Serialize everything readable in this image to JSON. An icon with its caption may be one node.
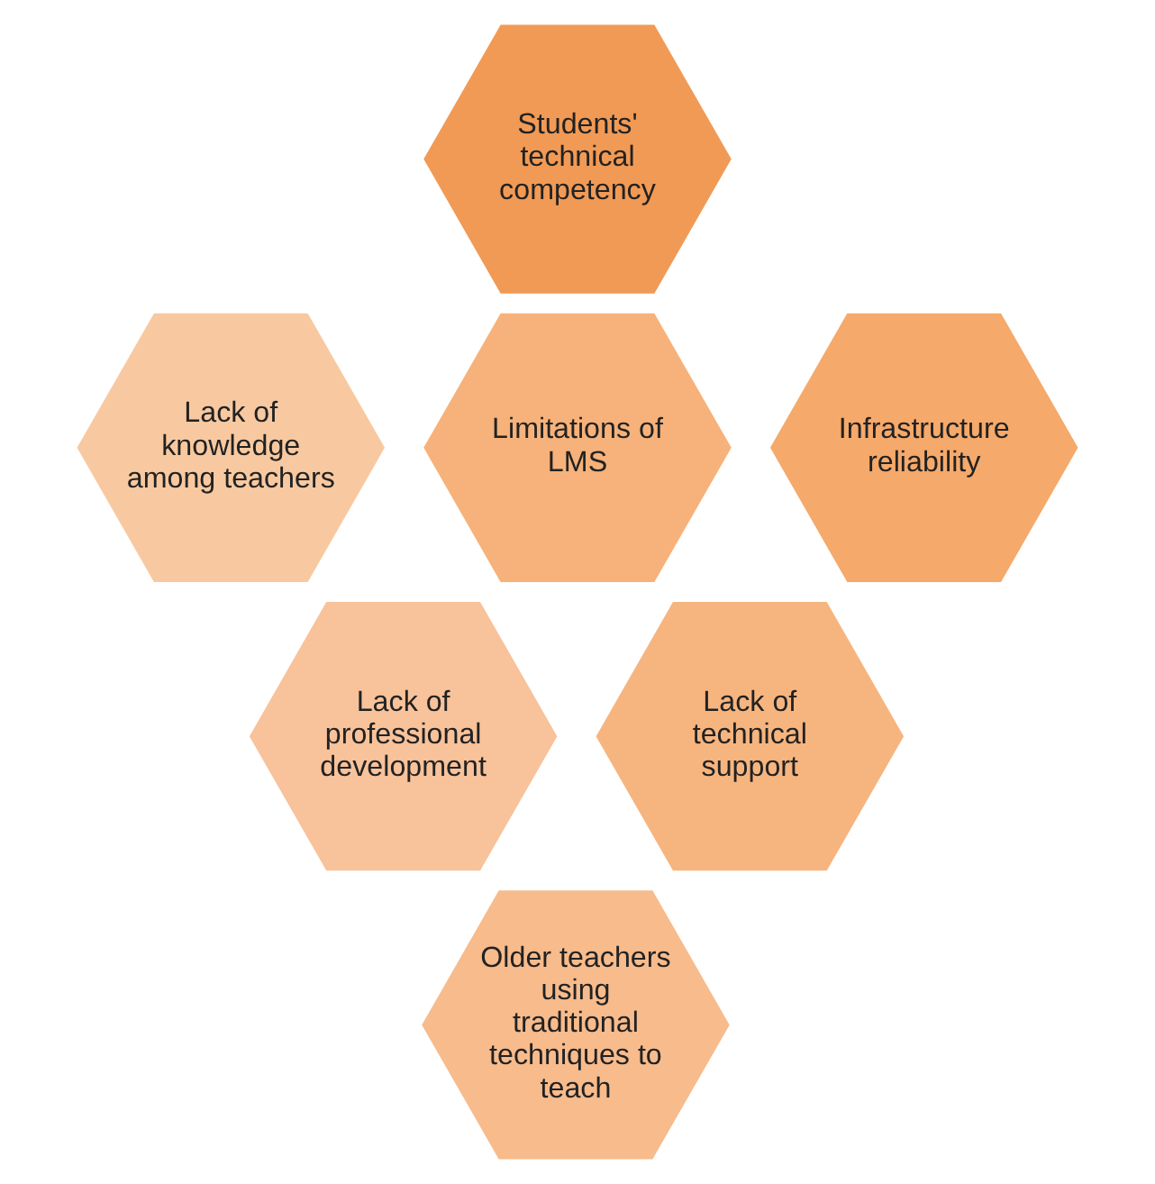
{
  "diagram": {
    "nodes": [
      {
        "text": [
          "Students' technical competency"
        ]
      },
      {
        "text": [
          "Lack of knowledge among teachers"
        ]
      },
      {
        "text": [
          "Infrastructure reliability"
        ]
      },
      {
        "text": [
          "Limitations of LMS"
        ]
      },
      {
        "text": [
          "Lack of professional development"
        ]
      },
      {
        "text": [
          "Lack of technical support"
        ]
      },
      {
        "text": [
          "Older teachers using traditional techniques to teach"
        ]
      }
    ]
  }
}
